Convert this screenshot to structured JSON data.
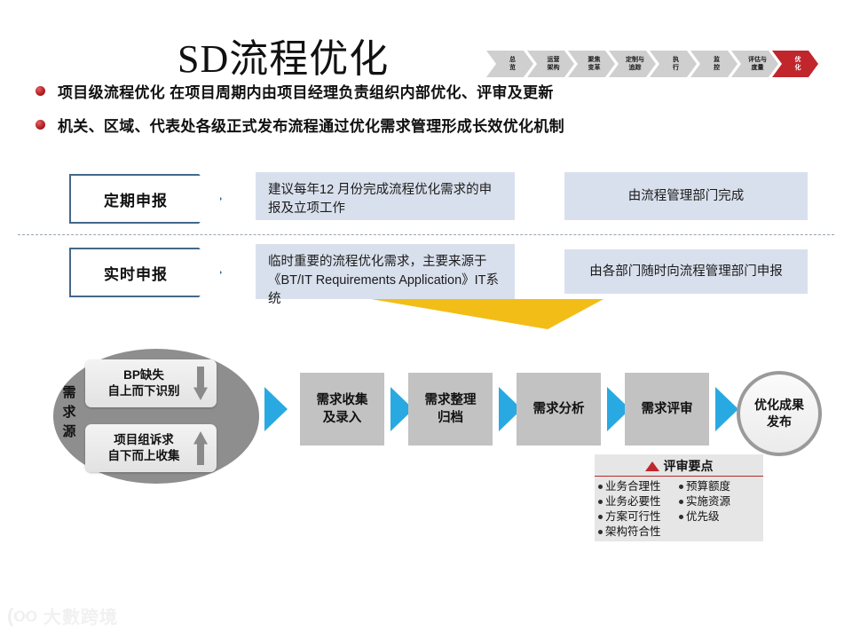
{
  "slide": {
    "title": "SD流程优化",
    "watermark": "大數跨境",
    "watermark_mark": "(૦૦"
  },
  "colors": {
    "accent_red": "#c0262c",
    "chevron_grey": "#cfcfcf",
    "cyan_arrow": "#29a9e1",
    "yellow_arrow": "#f2bd16",
    "infobox_blue": "#d9e0ed",
    "flowbox_grey": "#c2c2c2",
    "ellipse_grey": "#8e8e8e",
    "pentagon_border": "#44688a"
  },
  "process_strip": {
    "stages": [
      {
        "label_line1": "总",
        "label_line2": "览",
        "active": false
      },
      {
        "label_line1": "运营",
        "label_line2": "架构",
        "active": false
      },
      {
        "label_line1": "聚焦",
        "label_line2": "变革",
        "active": false
      },
      {
        "label_line1": "定制与",
        "label_line2": "追踪",
        "active": false
      },
      {
        "label_line1": "执",
        "label_line2": "行",
        "active": false
      },
      {
        "label_line1": "监",
        "label_line2": "控",
        "active": false
      },
      {
        "label_line1": "评估与",
        "label_line2": "度量",
        "active": false
      },
      {
        "label_line1": "优",
        "label_line2": "化",
        "active": true
      }
    ]
  },
  "bullets": [
    "项目级流程优化 在项目周期内由项目经理负责组织内部优化、评审及更新",
    "机关、区域、代表处各级正式发布流程通过优化需求管理形成长效优化机制"
  ],
  "declaration_rows": [
    {
      "tag": "定期申报",
      "description": "建议每年12 月份完成流程优化需求的申报及立项工作",
      "owner": "由流程管理部门完成"
    },
    {
      "tag": "实时申报",
      "description": "临时重要的流程优化需求，主要来源于《BT/IT Requirements Application》IT系统",
      "owner": "由各部门随时向流程管理部门申报"
    }
  ],
  "flow": {
    "source": {
      "label_chars": [
        "需",
        "求",
        "源"
      ],
      "cards": [
        {
          "line1": "BP缺失",
          "line2": "自上而下识别",
          "arrow": "down"
        },
        {
          "line1": "项目组诉求",
          "line2": "自下而上收集",
          "arrow": "up"
        }
      ]
    },
    "steps": [
      {
        "line1": "需求收集",
        "line2": "及录入"
      },
      {
        "line1": "需求整理",
        "line2": "归档"
      },
      {
        "line1": "需求分析",
        "line2": ""
      },
      {
        "line1": "需求评审",
        "line2": ""
      }
    ],
    "output": {
      "line1": "优化成果",
      "line2": "发布"
    }
  },
  "review_points": {
    "title": "评审要点",
    "column_left": [
      "业务合理性",
      "业务必要性",
      "方案可行性",
      "架构符合性"
    ],
    "column_right": [
      "预算额度",
      "实施资源",
      "优先级"
    ]
  }
}
